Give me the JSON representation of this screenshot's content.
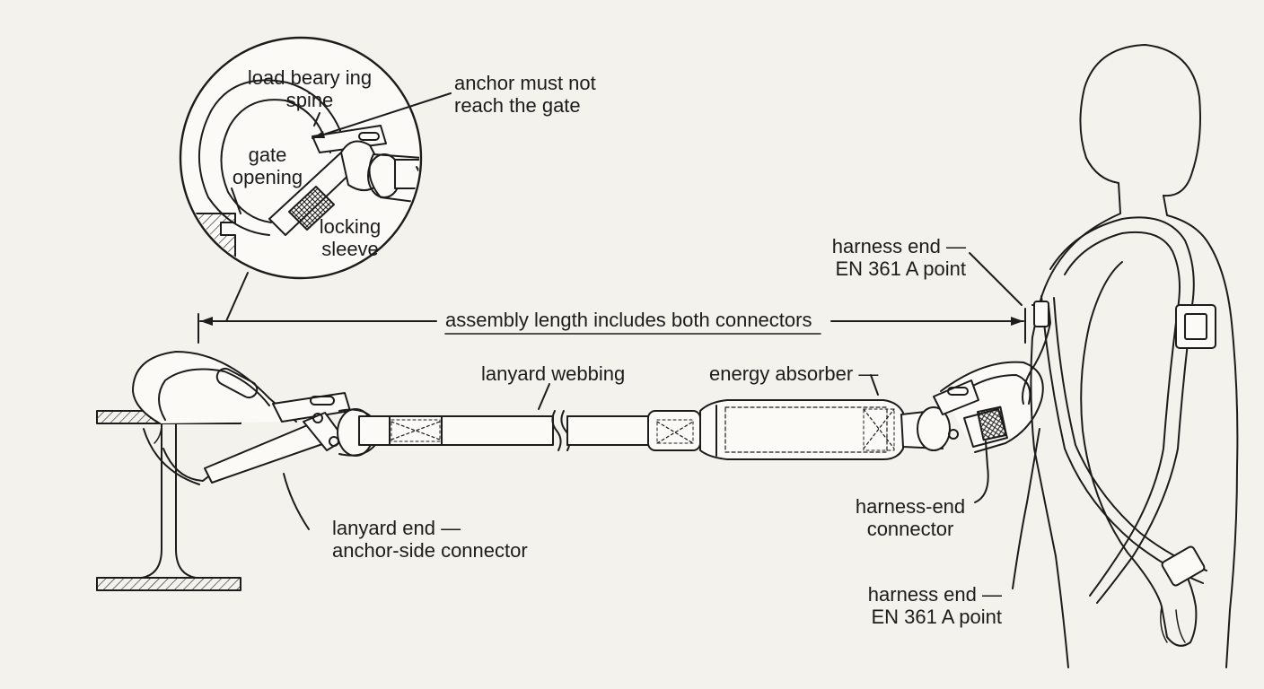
{
  "colors": {
    "background": "#f4f2ec",
    "ink": "#1c1c1c",
    "paper": "#fbfaf6"
  },
  "labels": {
    "load_bearing_spine": "load beary ing\nspine",
    "anchor_not_gate": "anchor must not\nreach the gate",
    "gate_opening": "gate\nopening",
    "locking_sleeve": "locking\nsleeve",
    "assembly_length": "assembly length includes both connectors",
    "lanyard_webbing": "lanyard webbing",
    "energy_absorber": "energy absorber —",
    "anchor_side_connector": "lanyard end —\nanchor-side connector",
    "harness_end_connector": "harness-end\nconnector",
    "harness_end_point_top": "harness end —\nEN 361 A point",
    "harness_end_point_bottom": "harness end —\nEN 361 A point"
  }
}
